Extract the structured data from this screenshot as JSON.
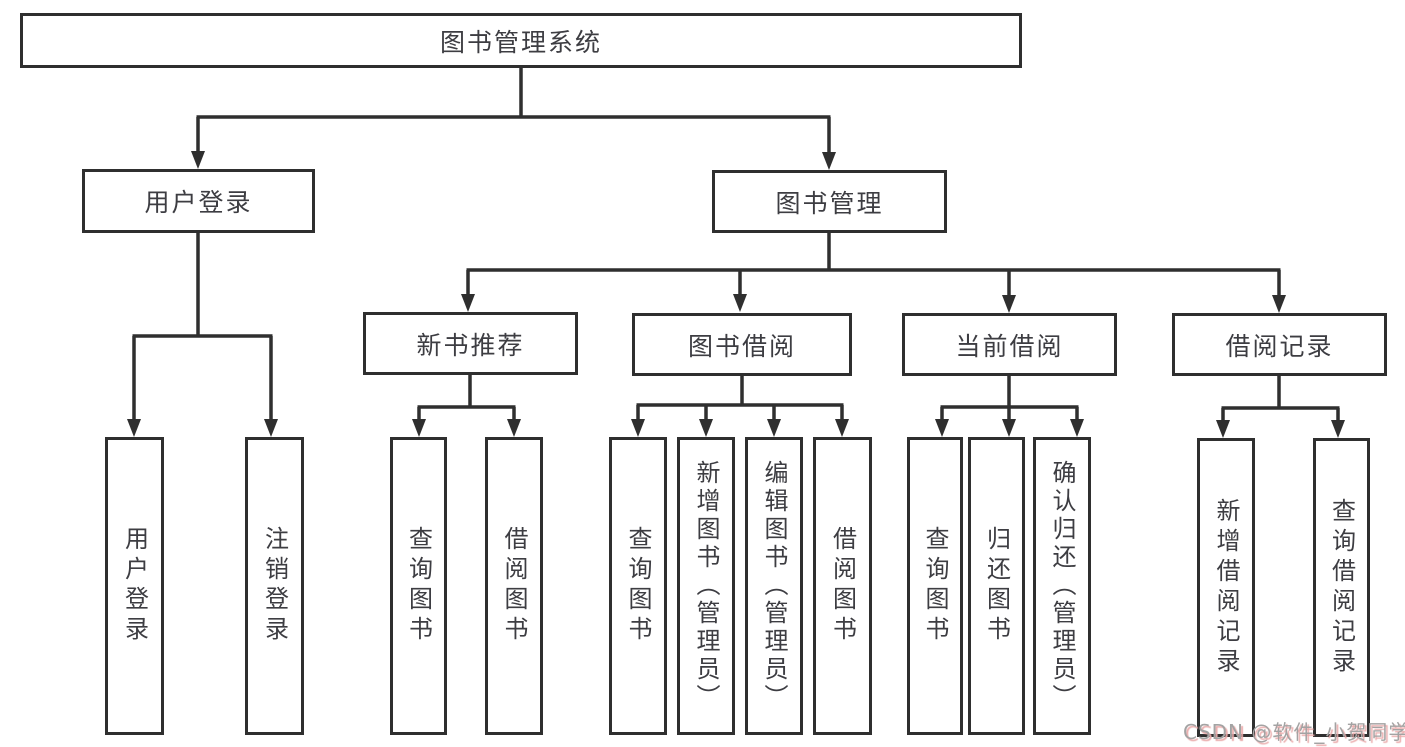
{
  "colors": {
    "line": "#2f2f2f",
    "node_border": "#2f2f2f",
    "node_text": "#3d3d42",
    "watermark_gray": "#a3a3a3",
    "watermark_shadow_pink": "#eaabab",
    "background": "#ffffff"
  },
  "root": {
    "label": "图书管理系统"
  },
  "branches": {
    "user_login": {
      "label": "用户登录",
      "children": [
        {
          "label": "用户登录"
        },
        {
          "label": "注销登录"
        }
      ]
    },
    "book_mgmt": {
      "label": "图书管理",
      "children": [
        {
          "label": "新书推荐",
          "children": [
            {
              "label": "查询图书"
            },
            {
              "label": "借阅图书"
            }
          ]
        },
        {
          "label": "图书借阅",
          "children": [
            {
              "label": "查询图书"
            },
            {
              "label": "新增图书（管理员）"
            },
            {
              "label": "编辑图书（管理员）"
            },
            {
              "label": "借阅图书"
            }
          ]
        },
        {
          "label": "当前借阅",
          "children": [
            {
              "label": "查询图书"
            },
            {
              "label": "归还图书"
            },
            {
              "label": "确认归还（管理员）"
            }
          ]
        },
        {
          "label": "借阅记录",
          "children": [
            {
              "label": "新增借阅记录"
            },
            {
              "label": "查询借阅记录"
            }
          ]
        }
      ]
    }
  },
  "watermark": "CSDN @软件_小贺同学"
}
